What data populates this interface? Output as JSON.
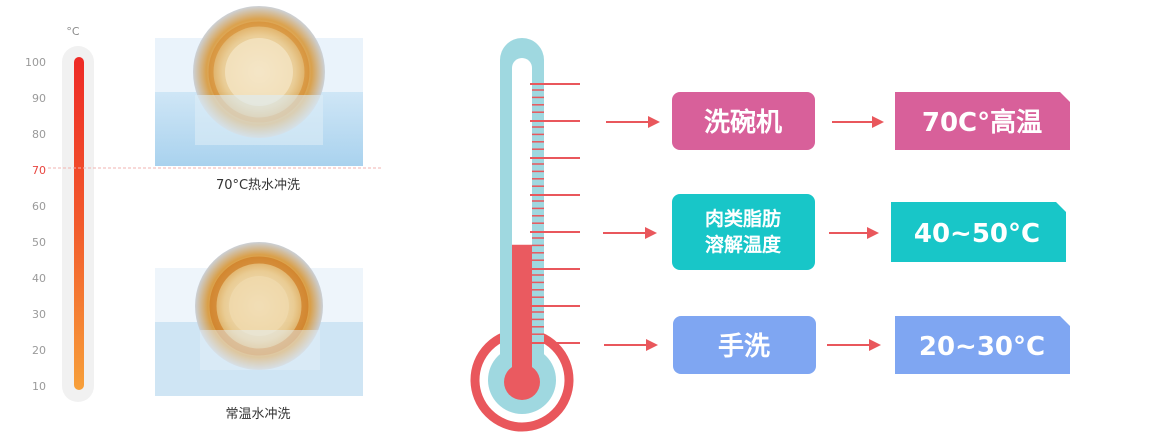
{
  "left_gauge": {
    "unit": "°C",
    "ticks": [
      "100",
      "90",
      "80",
      "70",
      "60",
      "50",
      "40",
      "30",
      "20",
      "10"
    ],
    "highlight_tick": "70",
    "scale_min": 10,
    "scale_max": 100,
    "highlight_value": 70
  },
  "photos": {
    "hot_caption": "70°C热水冲洗",
    "normal_caption": "常温水冲洗"
  },
  "right_thermometer": {
    "fill_fraction": 0.42
  },
  "rows": [
    {
      "label": "洗碗机",
      "value": "70C°高温",
      "color": "#d8609a"
    },
    {
      "label_line1": "肉类脂肪",
      "label_line2": "溶解温度",
      "value": "40~50°C",
      "color": "#18c6c8"
    },
    {
      "label": "手洗",
      "value": "20~30°C",
      "color": "#7fa6f2"
    }
  ],
  "colors": {
    "arrow": "#e9575c",
    "thermo_outline": "#e9575c",
    "thermo_tube": "#9fd8e0",
    "thermo_fill": "#ea5a60"
  }
}
